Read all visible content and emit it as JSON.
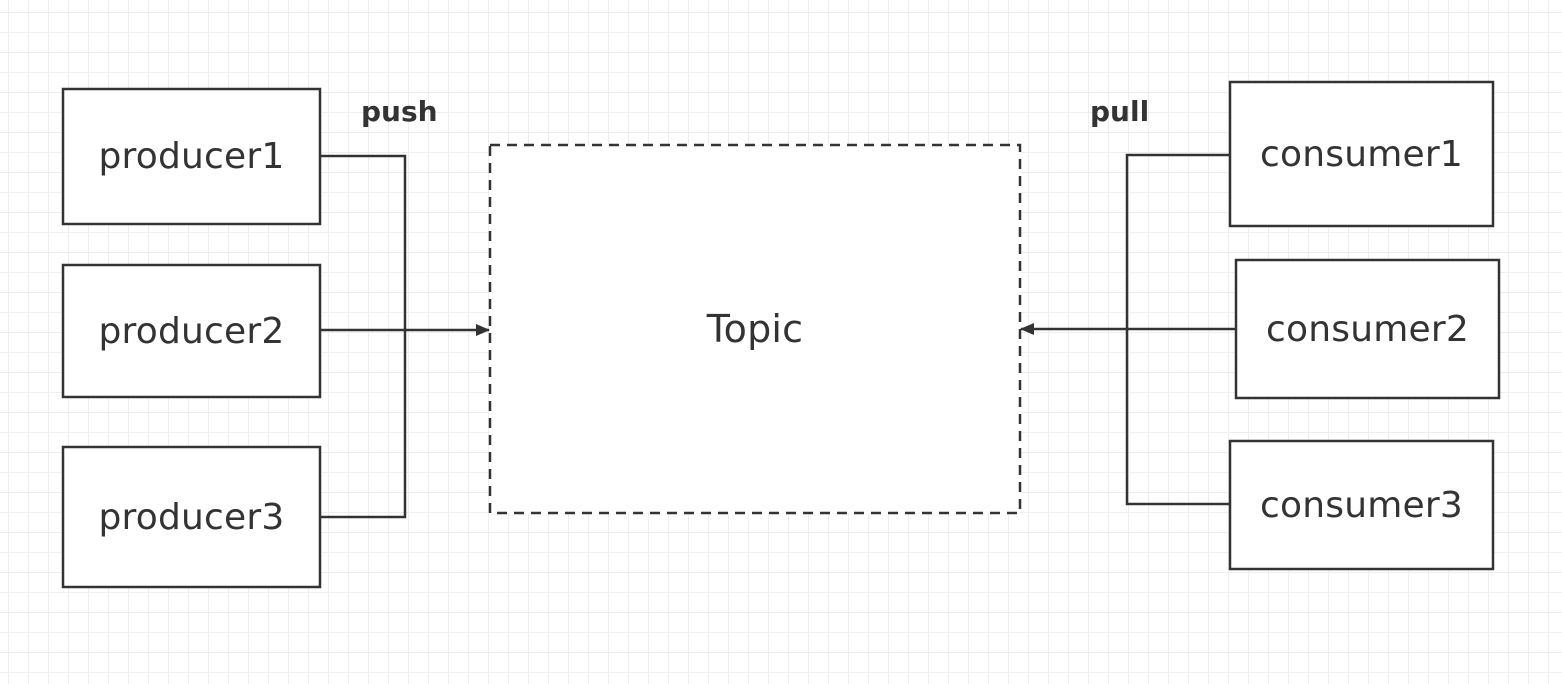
{
  "diagram": {
    "producers": [
      "producer1",
      "producer2",
      "producer3"
    ],
    "consumers": [
      "consumer1",
      "consumer2",
      "consumer3"
    ],
    "topic": "Topic",
    "push_label": "push",
    "pull_label": "pull"
  }
}
